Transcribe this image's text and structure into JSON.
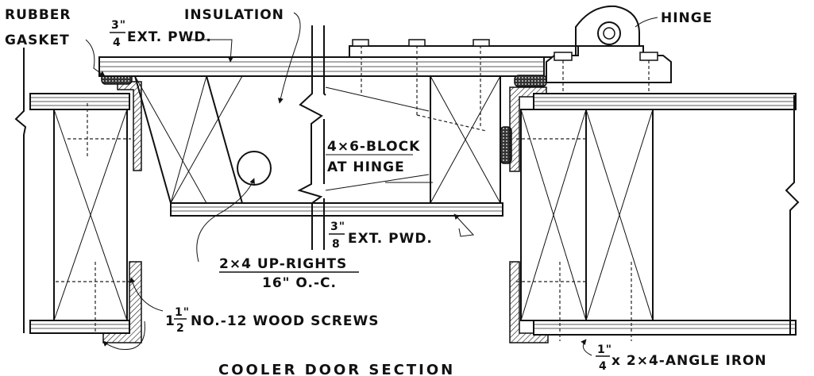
{
  "title": "COOLER DOOR SECTION",
  "labels": {
    "rubber_gasket_line1": "RUBBER",
    "rubber_gasket_line2": "GASKET",
    "ext_pwd_top_num": "3\"",
    "ext_pwd_top_den": "4",
    "ext_pwd_top_text": "EXT. PWD.",
    "insulation": "INSULATION",
    "hinge": "HINGE",
    "block_line1": "4×6-BLOCK",
    "block_line2": "AT HINGE",
    "ext_pwd_bottom_num": "3\"",
    "ext_pwd_bottom_den": "8",
    "ext_pwd_bottom_text": "EXT. PWD.",
    "uprights_line1": "2×4 UP-RIGHTS",
    "uprights_line2": "16\" O.-C.",
    "screws_whole": "1",
    "screws_num": "1\"",
    "screws_den": "2",
    "screws_text": "NO.-12 WOOD SCREWS",
    "angle_num": "1\"",
    "angle_den": "4",
    "angle_text": "x 2×4-ANGLE IRON"
  },
  "colors": {
    "ink": "#111111",
    "paper": "#ffffff"
  }
}
